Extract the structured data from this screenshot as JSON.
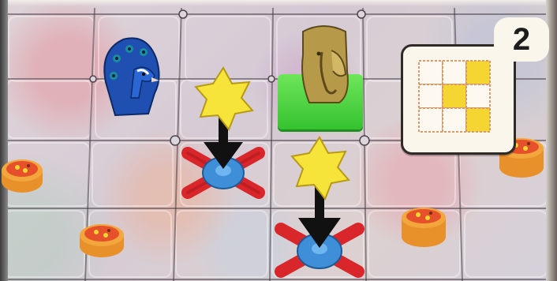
{
  "step_badge": {
    "number": "2"
  },
  "icons": {
    "peacock": "peacock-token-icon",
    "elephant": "elephant-head-token-icon",
    "star": "yellow-star-token-icon",
    "arrow": "down-arrow-icon",
    "target": "red-x-blue-flower-target-icon",
    "chip": "orange-food-chip-icon"
  },
  "pattern_card": {
    "rows": 3,
    "cols": 3,
    "filled": [
      [
        0,
        2
      ],
      [
        1,
        1
      ],
      [
        2,
        2
      ]
    ]
  },
  "colors": {
    "star_yellow": "#f7e43a",
    "arrow_black": "#111111",
    "target_red": "#d9262b",
    "target_blue": "#3e8fd8",
    "green_base": "#4fd43f",
    "peacock_blue": "#1f4fb0",
    "card_grid": "#d89a6a",
    "card_fill": "#f5d531"
  }
}
